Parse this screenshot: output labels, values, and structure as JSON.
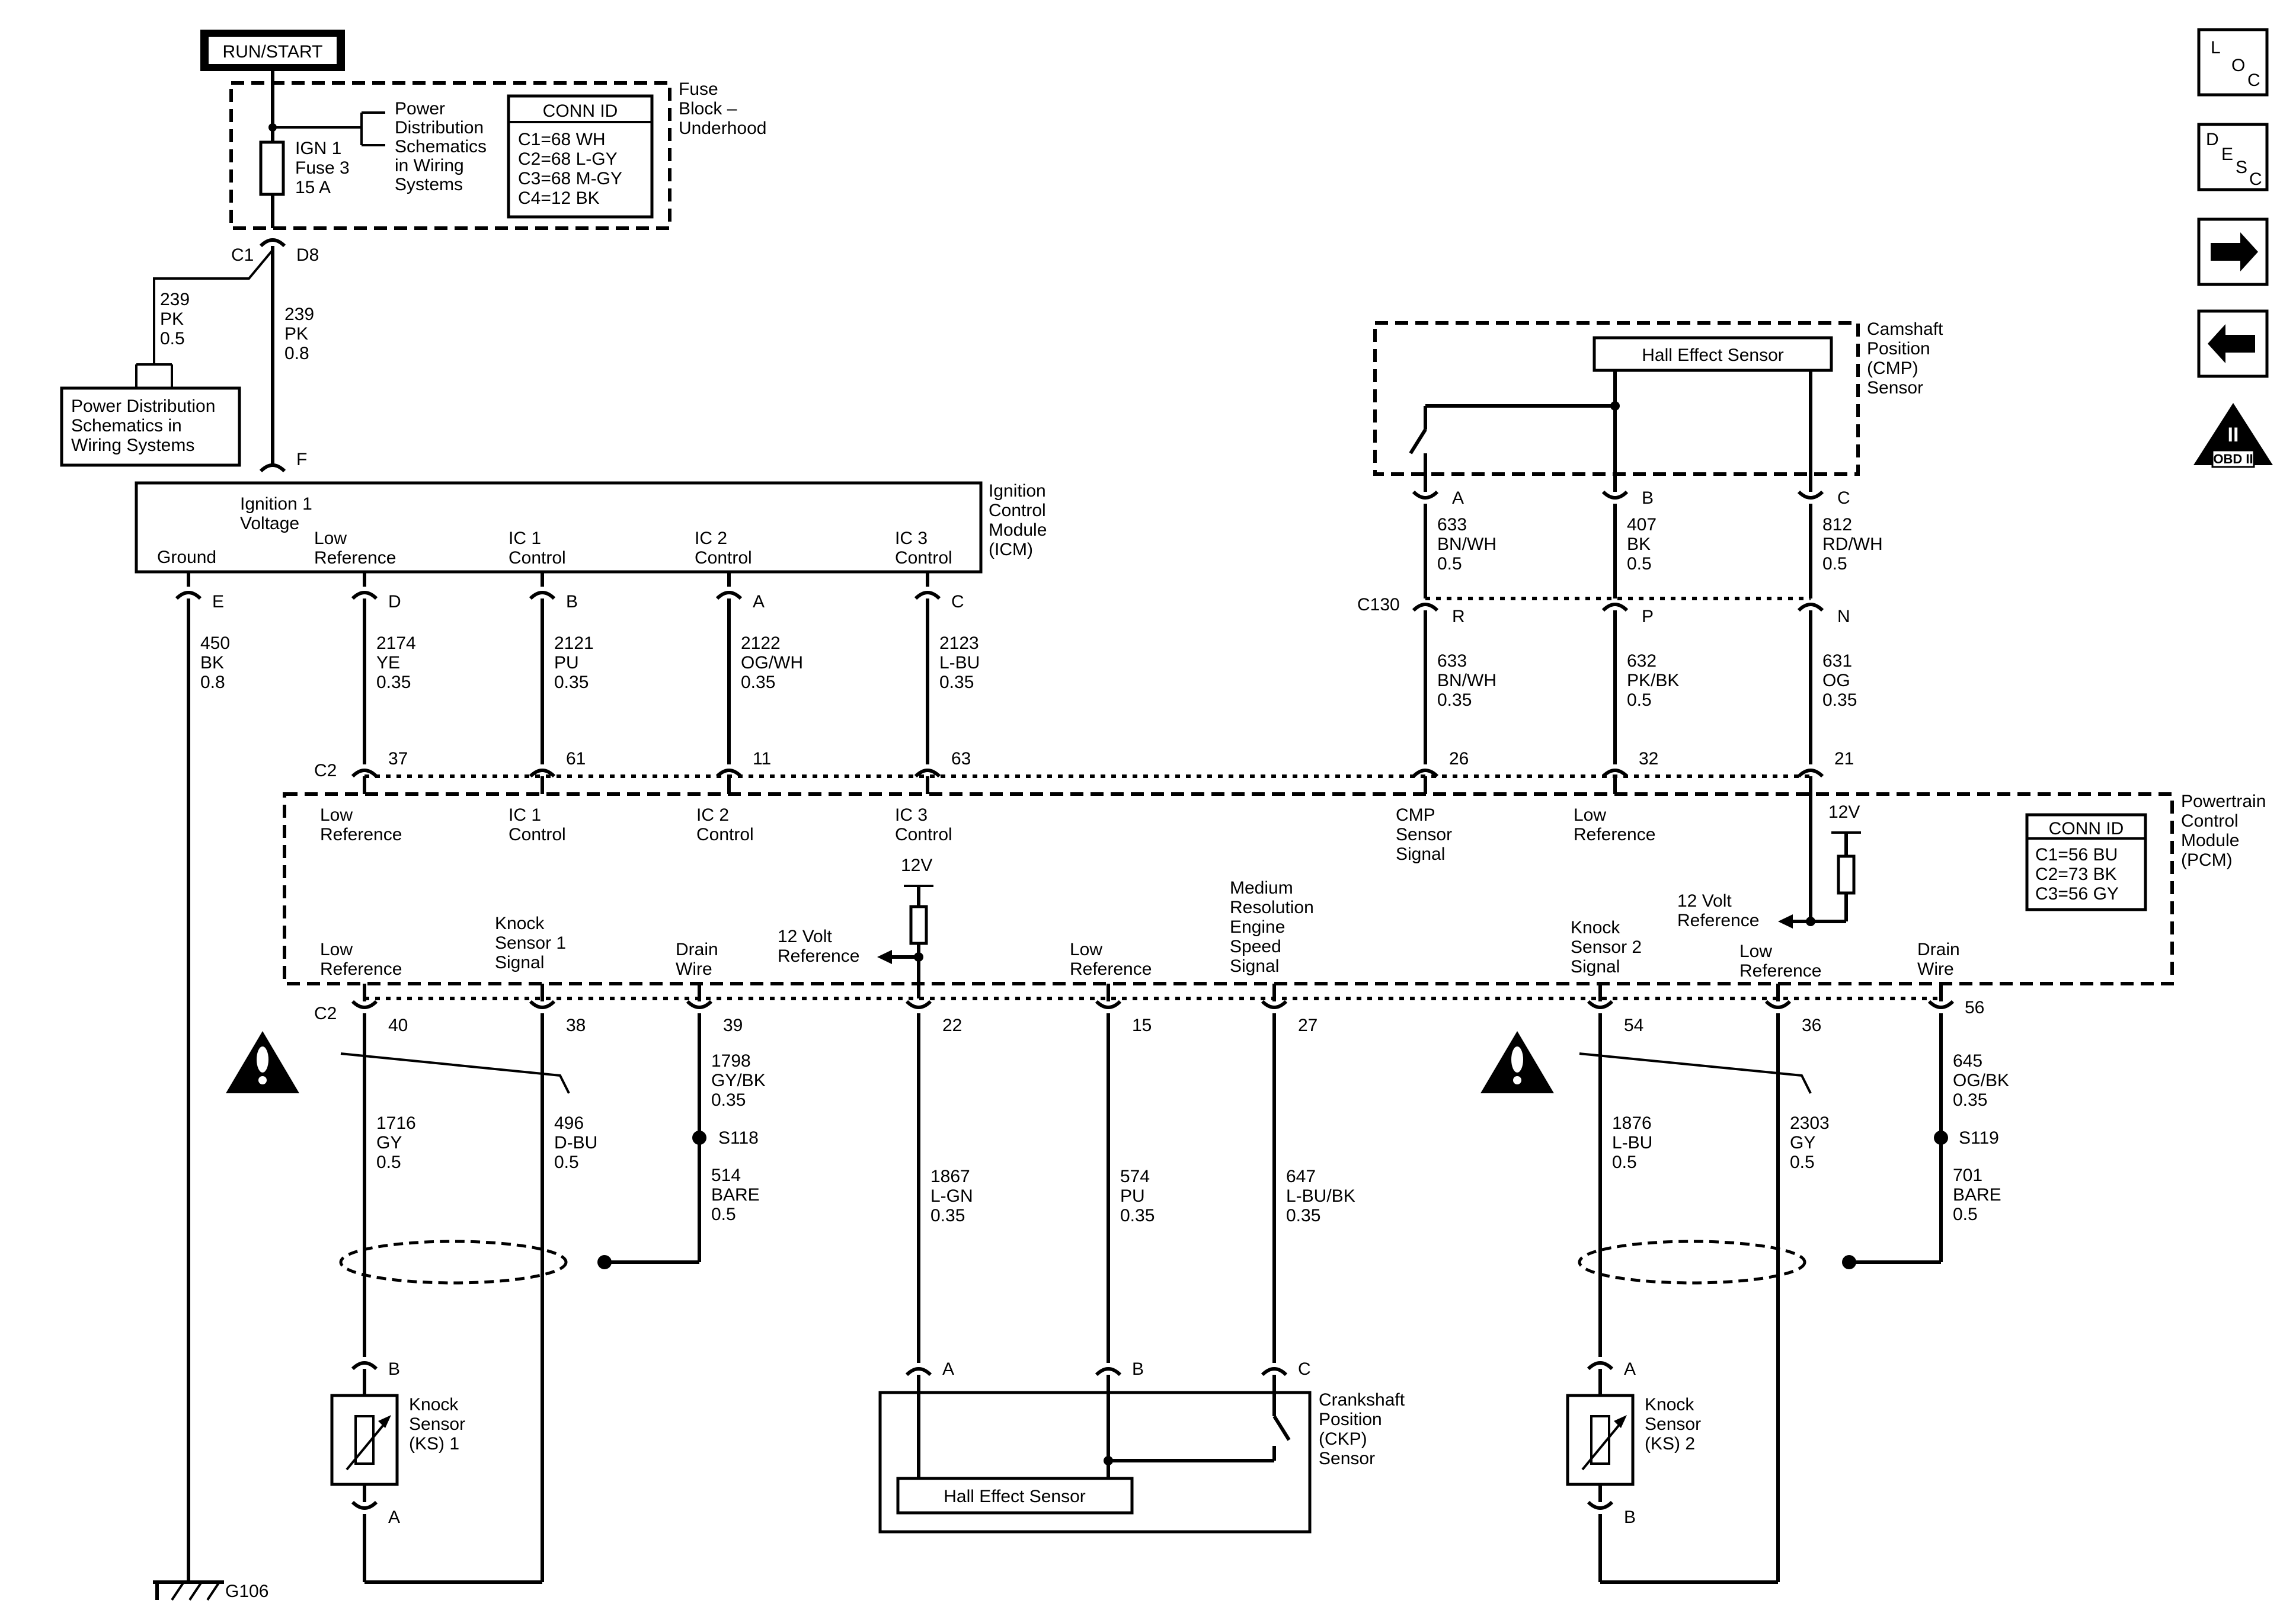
{
  "run_start": "RUN/START",
  "fuse_block": {
    "fuse": [
      "IGN 1",
      "Fuse 3",
      "15 A"
    ],
    "power_dist_ref": [
      "Power",
      "Distribution",
      "Schematics",
      "in Wiring",
      "Systems"
    ],
    "conn_id_title": "CONN ID",
    "conn_ids": [
      "C1=68 WH",
      "C2=68 L-GY",
      "C3=68 M-GY",
      "C4=12 BK"
    ],
    "name": [
      "Fuse",
      "Block –",
      "Underhood"
    ],
    "c1": "C1",
    "d8": "D8"
  },
  "splice_wire": [
    "239",
    "PK",
    "0.5"
  ],
  "main_wire": [
    "239",
    "PK",
    "0.8"
  ],
  "power_dist_box": [
    "Power Distribution",
    "Schematics in",
    "Wiring Systems"
  ],
  "icm": {
    "name": [
      "Ignition",
      "Control",
      "Module",
      "(ICM)"
    ],
    "pin_f": "F",
    "ign1_voltage": [
      "Ignition 1",
      "Voltage"
    ],
    "ground": "Ground",
    "low_ref": [
      "Low",
      "Reference"
    ],
    "ic1": [
      "IC 1",
      "Control"
    ],
    "ic2": [
      "IC 2",
      "Control"
    ],
    "ic3": [
      "IC 3",
      "Control"
    ],
    "pins": [
      "E",
      "D",
      "B",
      "A",
      "C"
    ]
  },
  "icm_wires": [
    [
      "450",
      "BK",
      "0.8"
    ],
    [
      "2174",
      "YE",
      "0.35"
    ],
    [
      "2121",
      "PU",
      "0.35"
    ],
    [
      "2122",
      "OG/WH",
      "0.35"
    ],
    [
      "2123",
      "L-BU",
      "0.35"
    ]
  ],
  "cmp": {
    "name": [
      "Camshaft",
      "Position",
      "(CMP)",
      "Sensor"
    ],
    "hall": "Hall Effect Sensor",
    "pins": [
      "A",
      "B",
      "C"
    ],
    "wires_top": [
      [
        "633",
        "BN/WH",
        "0.5"
      ],
      [
        "407",
        "BK",
        "0.5"
      ],
      [
        "812",
        "RD/WH",
        "0.5"
      ]
    ],
    "c130": "C130",
    "c130_pins": [
      "R",
      "P",
      "N"
    ],
    "wires_bottom": [
      [
        "633",
        "BN/WH",
        "0.35"
      ],
      [
        "632",
        "PK/BK",
        "0.5"
      ],
      [
        "631",
        "OG",
        "0.35"
      ]
    ]
  },
  "pcm_top": {
    "c2": "C2",
    "pins": [
      "37",
      "61",
      "11",
      "63",
      "26",
      "32",
      "21"
    ],
    "labels": [
      [
        "Low",
        "Reference"
      ],
      [
        "IC 1",
        "Control"
      ],
      [
        "IC 2",
        "Control"
      ],
      [
        "IC 3",
        "Control"
      ],
      [
        "CMP",
        "Sensor",
        "Signal"
      ],
      [
        "Low",
        "Reference"
      ]
    ]
  },
  "pcm": {
    "name": [
      "Powertrain",
      "Control",
      "Module",
      "(PCM)"
    ],
    "conn_id_title": "CONN ID",
    "conn_ids": [
      "C1=56 BU",
      "C2=73 BK",
      "C3=56 GY"
    ],
    "v12a": "12V",
    "v12b": "12V",
    "ref12_right": [
      "12 Volt",
      "Reference"
    ],
    "ref12_mid": [
      "12 Volt",
      "Reference"
    ],
    "bottom_labels": [
      [
        "Low",
        "Reference"
      ],
      [
        "Knock",
        "Sensor 1",
        "Signal"
      ],
      [
        "Drain",
        "Wire"
      ],
      [
        "Low",
        "Reference"
      ],
      [
        "Medium",
        "Resolution",
        "Engine",
        "Speed",
        "Signal"
      ],
      [
        "Knock",
        "Sensor 2",
        "Signal"
      ],
      [
        "Low",
        "Reference"
      ],
      [
        "Drain",
        "Wire"
      ]
    ]
  },
  "pcm_bottom": {
    "c2": "C2",
    "pins": [
      "40",
      "38",
      "39",
      "22",
      "15",
      "27",
      "54",
      "36",
      "56"
    ]
  },
  "lower_wires": {
    "w1716": [
      "1716",
      "GY",
      "0.5"
    ],
    "w496": [
      "496",
      "D-BU",
      "0.5"
    ],
    "w1798": [
      "1798",
      "GY/BK",
      "0.35"
    ],
    "s118": "S118",
    "w514": [
      "514",
      "BARE",
      "0.5"
    ],
    "w1867": [
      "1867",
      "L-GN",
      "0.35"
    ],
    "w574": [
      "574",
      "PU",
      "0.35"
    ],
    "w647": [
      "647",
      "L-BU/BK",
      "0.35"
    ],
    "w1876": [
      "1876",
      "L-BU",
      "0.5"
    ],
    "w2303": [
      "2303",
      "GY",
      "0.5"
    ],
    "w645": [
      "645",
      "OG/BK",
      "0.35"
    ],
    "s119": "S119",
    "w701": [
      "701",
      "BARE",
      "0.5"
    ]
  },
  "ks1": {
    "name": [
      "Knock",
      "Sensor",
      "(KS) 1"
    ],
    "pin_top": "B",
    "pin_bot": "A"
  },
  "ks2": {
    "name": [
      "Knock",
      "Sensor",
      "(KS) 2"
    ],
    "pin_top": "A",
    "pin_bot": "B"
  },
  "ckp": {
    "name": [
      "Crankshaft",
      "Position",
      "(CKP)",
      "Sensor"
    ],
    "hall": "Hall Effect Sensor",
    "pins": [
      "A",
      "B",
      "C"
    ]
  },
  "ground": "G106",
  "side_icons": {
    "loc": [
      "L",
      "O",
      "C"
    ],
    "desc": [
      "D",
      "E",
      "S",
      "C"
    ],
    "obd": "OBD II",
    "obd_num": "II"
  }
}
